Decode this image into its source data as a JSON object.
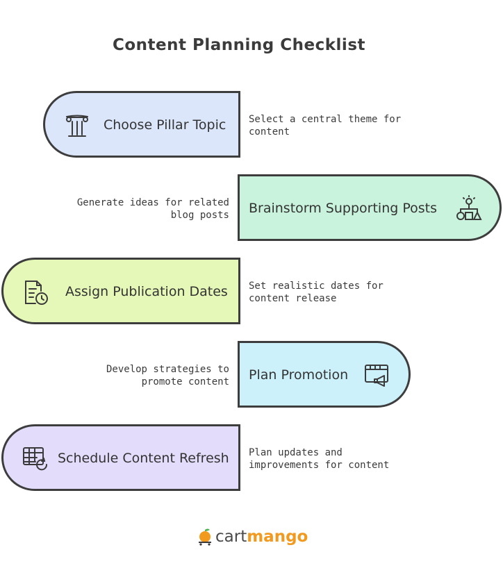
{
  "title": "Content Planning Checklist",
  "steps": [
    {
      "label": "Choose Pillar Topic",
      "desc_line1": "Select a central theme for",
      "desc_line2": "content",
      "fill": "#dbe6fb",
      "icon": "pillar-icon"
    },
    {
      "label": "Brainstorm Supporting Posts",
      "desc_line1": "Generate ideas for related",
      "desc_line2": "blog posts",
      "fill": "#c9f3dc",
      "icon": "idea-hierarchy-icon"
    },
    {
      "label": "Assign Publication Dates",
      "desc_line1": "Set realistic dates for",
      "desc_line2": "content release",
      "fill": "#e6f8b7",
      "icon": "document-clock-icon"
    },
    {
      "label": "Plan Promotion",
      "desc_line1": "Develop strategies to",
      "desc_line2": "promote content",
      "fill": "#cdf1fb",
      "icon": "video-megaphone-icon"
    },
    {
      "label": "Schedule Content Refresh",
      "desc_line1": "Plan updates and",
      "desc_line2": "improvements for content",
      "fill": "#e3dcfb",
      "icon": "table-refresh-icon"
    }
  ],
  "brand": {
    "part1": "cart",
    "part2": "mango",
    "accent": "#f29a1f"
  }
}
